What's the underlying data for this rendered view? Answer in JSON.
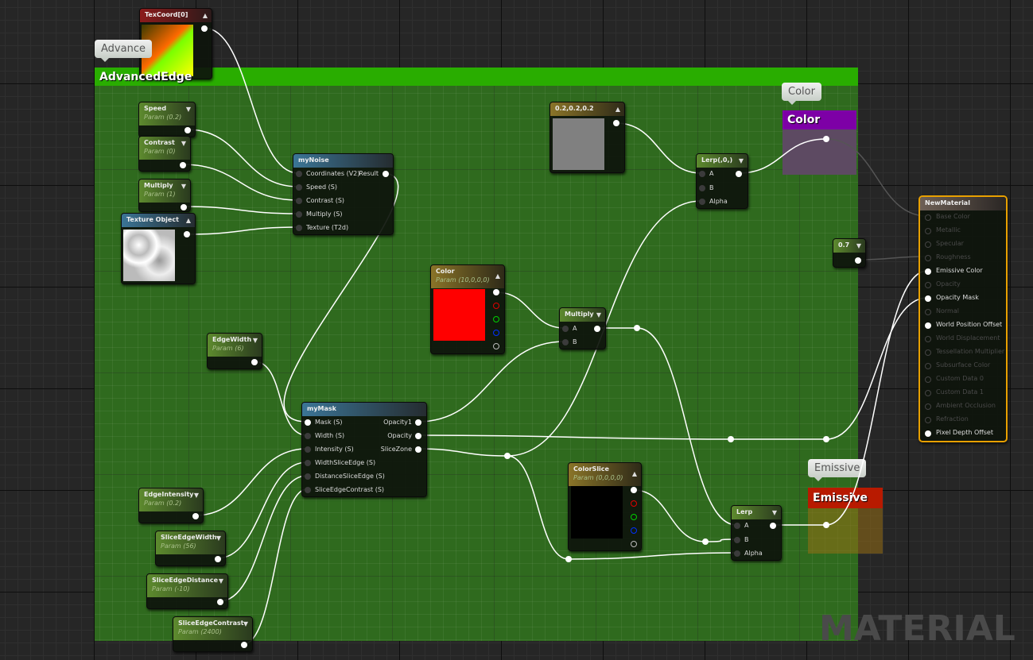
{
  "comments": {
    "advanced_edge": {
      "title": "AdvancedEdge",
      "bubble": "Advance",
      "color": "#29ad00"
    },
    "color": {
      "title": "Color",
      "bubble": "Color",
      "color": "#7d00a6"
    },
    "emissive": {
      "title": "Emissive",
      "bubble": "Emissive",
      "color": "#b81a00"
    }
  },
  "nodes": {
    "texcoord": {
      "title": "TexCoord[0]"
    },
    "speed": {
      "title": "Speed",
      "sub": "Param (0.2)"
    },
    "contrast": {
      "title": "Contrast",
      "sub": "Param (0)"
    },
    "multiply_param": {
      "title": "Multiply",
      "sub": "Param (1)"
    },
    "texture_object": {
      "title": "Texture Object"
    },
    "my_noise": {
      "title": "myNoise",
      "inputs": [
        "Coordinates (V2)",
        "Speed (S)",
        "Contrast (S)",
        "Multiply (S)",
        "Texture (T2d)"
      ],
      "output": "Result"
    },
    "constant": {
      "title": "0.2,0.2,0.2",
      "swatch": "#808080"
    },
    "lerp_top": {
      "title": "Lerp(,0,)",
      "inputs": [
        "A",
        "B",
        "Alpha"
      ]
    },
    "color_param": {
      "title": "Color",
      "sub": "Param (10,0,0,0)",
      "swatch": "#ff0000"
    },
    "multiply": {
      "title": "Multiply",
      "inputs": [
        "A",
        "B"
      ]
    },
    "edge_width": {
      "title": "EdgeWidth",
      "sub": "Param (6)"
    },
    "my_mask": {
      "title": "myMask",
      "inputs": [
        "Mask (S)",
        "Width (S)",
        "Intensity (S)",
        "WidthSliceEdge (S)",
        "DistanceSliceEdge (S)",
        "SliceEdgeContrast (S)"
      ],
      "outputs": [
        "Opacity1",
        "Opacity",
        "SliceZone"
      ]
    },
    "edge_intensity": {
      "title": "EdgeIntensity",
      "sub": "Param (0.2)"
    },
    "slice_edge_width": {
      "title": "SliceEdgeWidth",
      "sub": "Param (56)"
    },
    "slice_edge_distance": {
      "title": "SliceEdgeDistance",
      "sub": "Param (-10)"
    },
    "slice_edge_contrast": {
      "title": "SliceEdgeContrast",
      "sub": "Param (2400)"
    },
    "color_slice": {
      "title": "ColorSlice",
      "sub": "Param (0,0,0,0)",
      "swatch": "#000000"
    },
    "lerp": {
      "title": "Lerp",
      "inputs": [
        "A",
        "B",
        "Alpha"
      ]
    },
    "scalar": {
      "title": "0.7"
    },
    "new_material": {
      "title": "NewMaterial",
      "accent": "#e8a000",
      "inputs": [
        {
          "label": "Base Color",
          "active": false
        },
        {
          "label": "Metallic",
          "active": false
        },
        {
          "label": "Specular",
          "active": false
        },
        {
          "label": "Roughness",
          "active": false
        },
        {
          "label": "Emissive Color",
          "active": true
        },
        {
          "label": "Opacity",
          "active": false
        },
        {
          "label": "Opacity Mask",
          "active": true
        },
        {
          "label": "Normal",
          "active": false
        },
        {
          "label": "World Position Offset",
          "active": true
        },
        {
          "label": "World Displacement",
          "active": false
        },
        {
          "label": "Tessellation Multiplier",
          "active": false
        },
        {
          "label": "Subsurface Color",
          "active": false
        },
        {
          "label": "Custom Data 0",
          "active": false
        },
        {
          "label": "Custom Data 1",
          "active": false
        },
        {
          "label": "Ambient Occlusion",
          "active": false
        },
        {
          "label": "Refraction",
          "active": false
        },
        {
          "label": "Pixel Depth Offset",
          "active": true
        }
      ]
    }
  },
  "watermark": "MATERIAL"
}
